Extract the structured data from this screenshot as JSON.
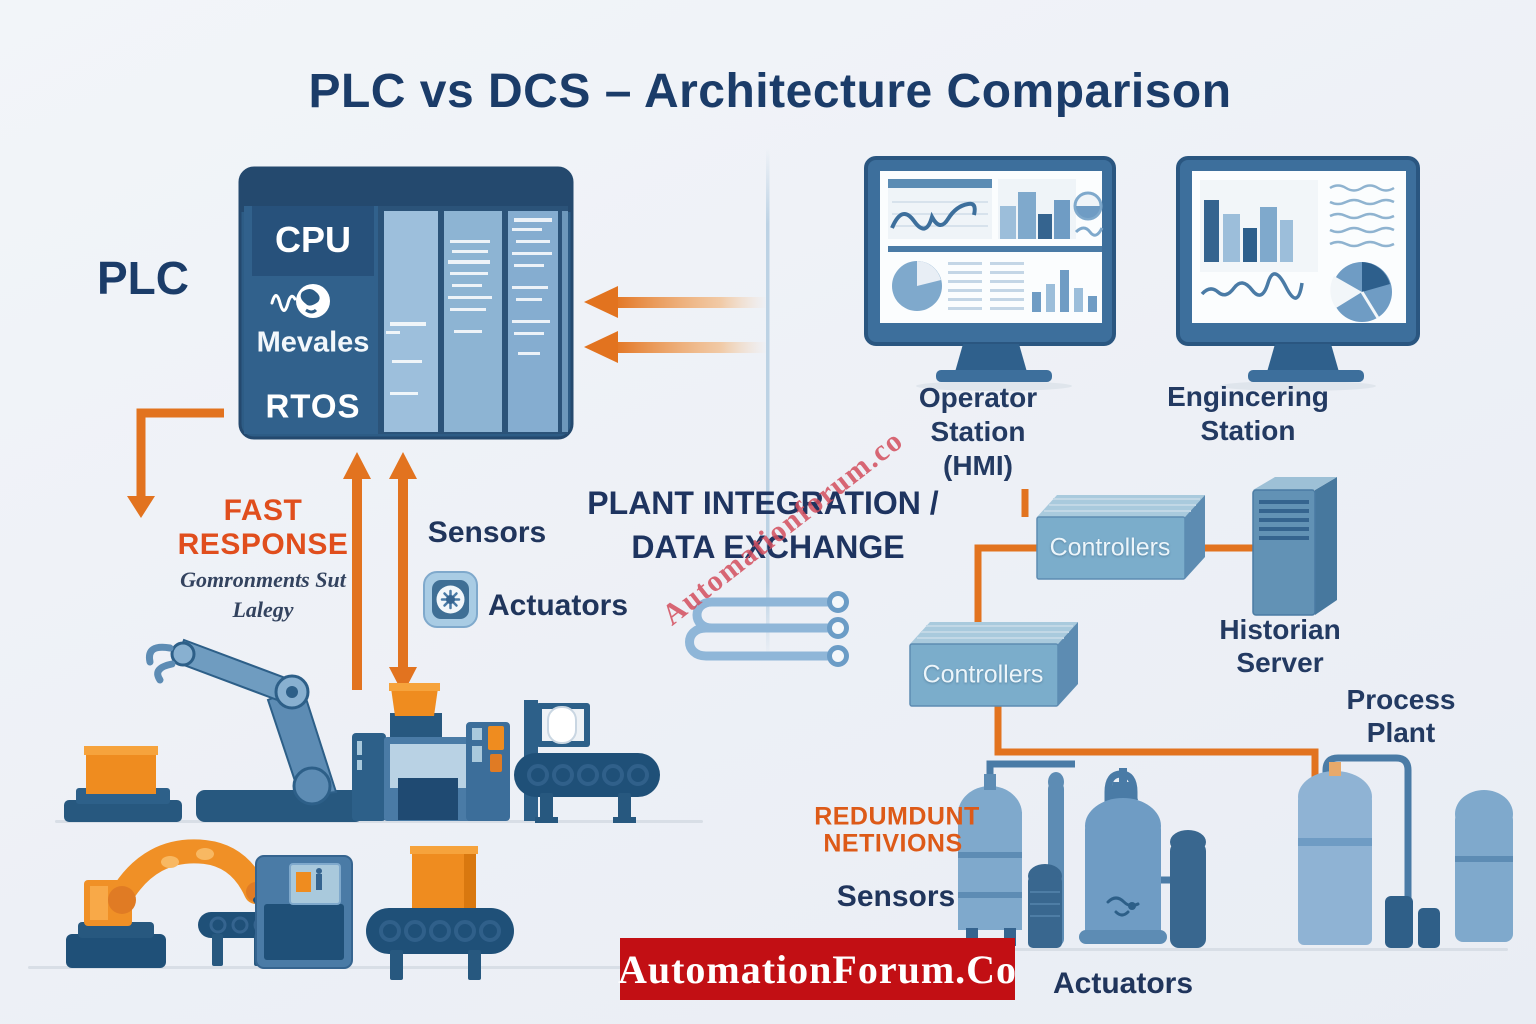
{
  "title": "PLC vs DCS – Architecture Comparison",
  "footer_brand": "AutomationForum.Co",
  "watermark": "Automationforum.co",
  "left_panel": {
    "system_label": "PLC",
    "plc_unit": {
      "cpu_label": "CPU",
      "modules_label": "Mevales",
      "rtos_label": "RTOS"
    },
    "fast_response_line1": "FAST",
    "fast_response_line2": "RESPONSE",
    "fast_response_note_line1": "Gomronments Sut",
    "fast_response_note_line2": "Lalegy",
    "sensors_label": "Sensors",
    "actuators_label": "Actuators"
  },
  "center": {
    "integration_line1": "PLANT INTEGRATION /",
    "integration_line2": "DATA EXCHANGE"
  },
  "right_panel": {
    "operator_station_line1": "Operator",
    "operator_station_line2": "Station",
    "operator_station_line3": "(HMI)",
    "engineering_station_line1": "Engincering",
    "engineering_station_line2": "Station",
    "upper_controllers_label": "Controllers",
    "lower_controllers_label": "Controllers",
    "historian_line1": "Historian",
    "historian_line2": "Server",
    "process_plant_line1": "Process",
    "process_plant_line2": "Plant",
    "redundant_line1": "REDUMDUNT",
    "redundant_line2": "NETIVIONS",
    "sensors_label": "Sensors",
    "actuators_label": "Actuators"
  },
  "icons": {
    "plc_module_icon": "signal-globe",
    "actuator_icon": "gear-in-circle",
    "data_bus_icon": "bus-lines-with-nodes"
  },
  "colors": {
    "navy_text": "#1b3c69",
    "orange_accent": "#e2731f",
    "red_orange_text": "#e04e1d",
    "banner_red": "#c20f14",
    "watermark_red": "#d44f5e",
    "plc_box_blue": "#2d5c85",
    "panel_light_blue": "#8fb4d3"
  }
}
